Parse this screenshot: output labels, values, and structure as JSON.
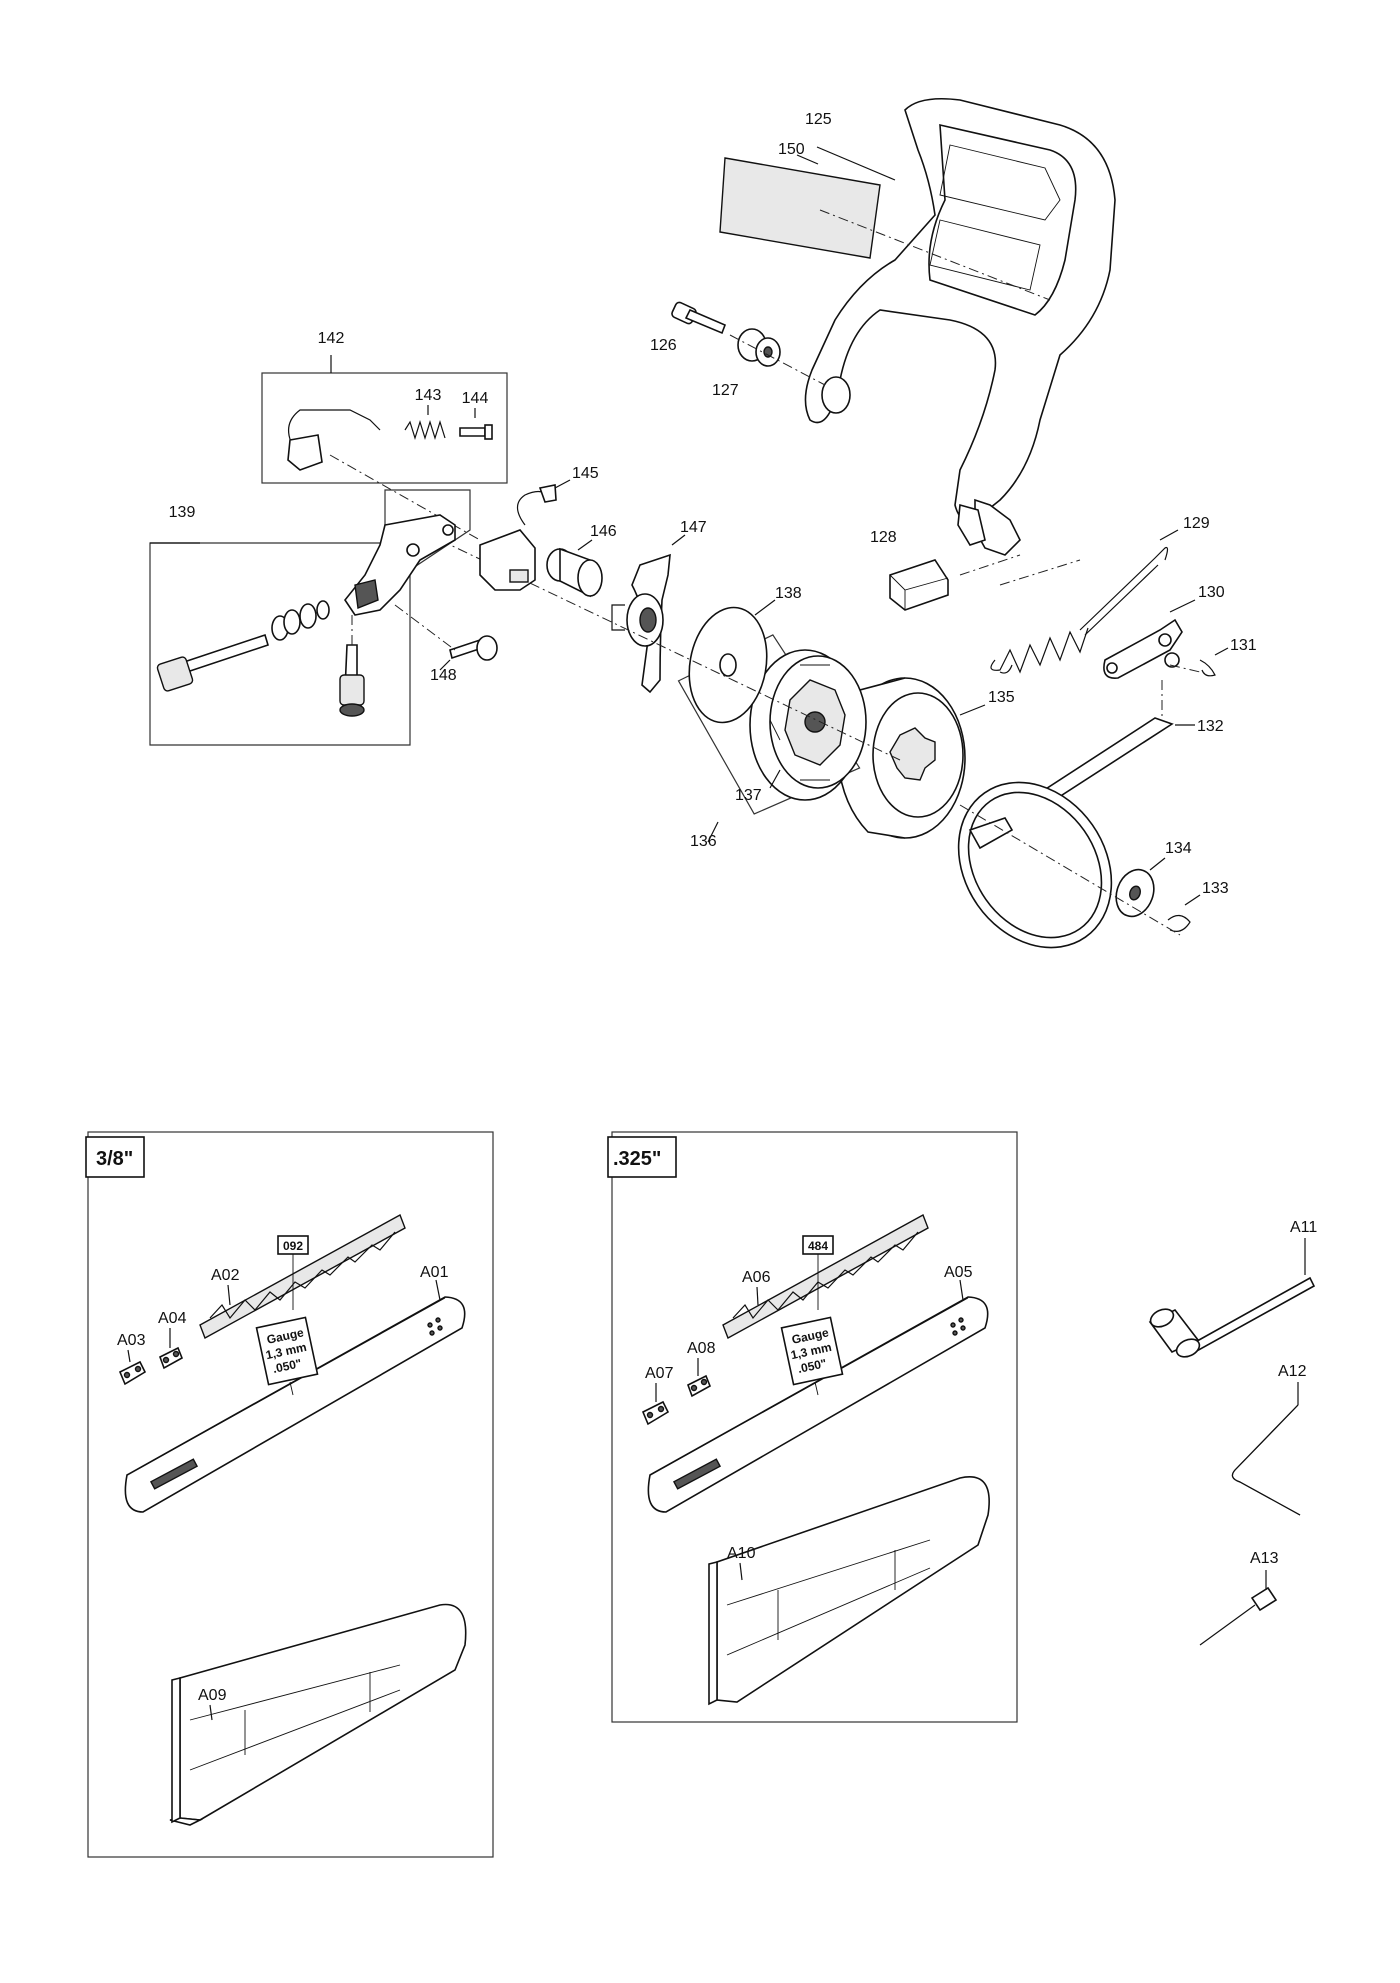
{
  "callouts": {
    "p125": "125",
    "p126": "126",
    "p127": "127",
    "p128": "128",
    "p129": "129",
    "p130": "130",
    "p131": "131",
    "p132": "132",
    "p133": "133",
    "p134": "134",
    "p135": "135",
    "p136": "136",
    "p137": "137",
    "p138": "138",
    "p139": "139",
    "p142": "142",
    "p143": "143",
    "p144": "144",
    "p145": "145",
    "p146": "146",
    "p147": "147",
    "p148": "148",
    "p150": "150",
    "a01": "A01",
    "a02": "A02",
    "a03": "A03",
    "a04": "A04",
    "a05": "A05",
    "a06": "A06",
    "a07": "A07",
    "a08": "A08",
    "a09": "A09",
    "a10": "A10",
    "a11": "A11",
    "a12": "A12",
    "a13": "A13"
  },
  "panels": {
    "left": {
      "pitch": "3/8\"",
      "chain_code": "092",
      "gauge": [
        "Gauge",
        "1,3 mm",
        ".050\""
      ]
    },
    "right": {
      "pitch": ".325\"",
      "chain_code": "484",
      "gauge": [
        "Gauge",
        "1,3 mm",
        ".050\""
      ]
    }
  }
}
